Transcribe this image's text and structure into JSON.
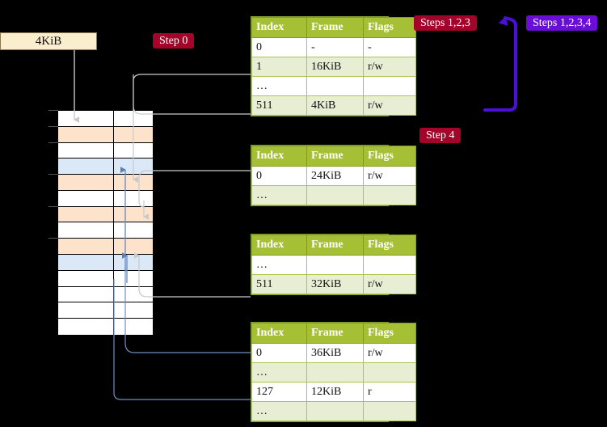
{
  "labels": {
    "kib_box": "4KiB",
    "step0": "Step 0",
    "steps123": "Steps 1,2,3",
    "steps1234": "Steps 1,2,3,4",
    "step4": "Step 4"
  },
  "colors": {
    "badge_red": "#a4032a",
    "badge_violet": "#6a0dd6",
    "table_header": "#a5c035",
    "table_alt_row": "#e7eed3",
    "highlight": "#fbfbae",
    "mem_peach": "#fde2cc",
    "mem_blue": "#dbe8f8",
    "kib_box": "#fbeecd",
    "wire_gray": "#b9b9b9",
    "wire_blue": "#6d8fc4",
    "arrow_violet": "#4b10d8"
  },
  "table_columns": [
    "Index",
    "Frame",
    "Flags"
  ],
  "tables": [
    {
      "name": "pml4-table",
      "rows": [
        {
          "index": "0",
          "frame": "-",
          "flags": "-",
          "style": "plain",
          "highlight": false
        },
        {
          "index": "1",
          "frame": "16KiB",
          "flags": "r/w",
          "style": "alt",
          "highlight": false
        },
        {
          "index": "…",
          "frame": "",
          "flags": "",
          "style": "plain",
          "highlight": false
        },
        {
          "index": "511",
          "frame": "4KiB",
          "flags": "r/w",
          "style": "alt",
          "highlight": true
        }
      ]
    },
    {
      "name": "pdpt-table",
      "rows": [
        {
          "index": "0",
          "frame": "24KiB",
          "flags": "r/w",
          "style": "plain",
          "highlight": false
        },
        {
          "index": "…",
          "frame": "",
          "flags": "",
          "style": "alt",
          "highlight": false
        }
      ]
    },
    {
      "name": "pd-table",
      "rows": [
        {
          "index": "…",
          "frame": "",
          "flags": "",
          "style": "plain",
          "highlight": false
        },
        {
          "index": "511",
          "frame": "32KiB",
          "flags": "r/w",
          "style": "alt",
          "highlight": false
        }
      ]
    },
    {
      "name": "pt-table",
      "rows": [
        {
          "index": "0",
          "frame": "36KiB",
          "flags": "r/w",
          "style": "plain",
          "highlight": false
        },
        {
          "index": "…",
          "frame": "",
          "flags": "",
          "style": "alt",
          "highlight": false
        },
        {
          "index": "127",
          "frame": "12KiB",
          "flags": "r",
          "style": "plain",
          "highlight": false
        },
        {
          "index": "…",
          "frame": "",
          "flags": "",
          "style": "alt",
          "highlight": false
        }
      ]
    }
  ],
  "memory_column": {
    "rows": [
      {
        "fill": "white"
      },
      {
        "fill": "peach"
      },
      {
        "fill": "white"
      },
      {
        "fill": "blue"
      },
      {
        "fill": "peach"
      },
      {
        "fill": "white"
      },
      {
        "fill": "peach"
      },
      {
        "fill": "white"
      },
      {
        "fill": "peach"
      },
      {
        "fill": "blue"
      },
      {
        "fill": "white"
      },
      {
        "fill": "white"
      },
      {
        "fill": "white"
      },
      {
        "fill": "white"
      }
    ]
  }
}
